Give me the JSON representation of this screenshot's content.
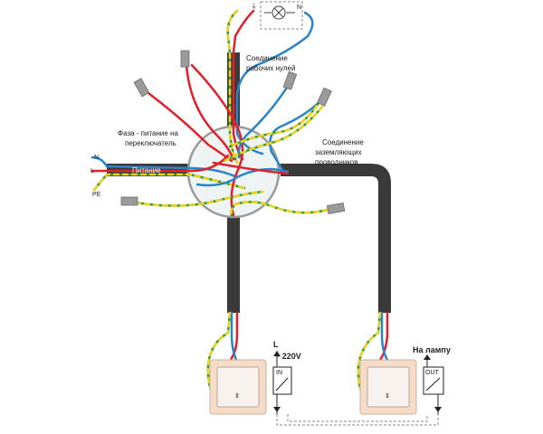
{
  "colors": {
    "phase": "#e0202a",
    "neutral": "#2b84c6",
    "ground_green": "#2e9a3a",
    "ground_yellow": "#f2d21a",
    "cable": "#3a3a3a",
    "box_stroke": "#9a9a9a",
    "box_fill": "#eef3f3",
    "switch_frame": "#f4dcc8",
    "switch_body": "#f7f2ee",
    "cap": "#9a9a9a"
  },
  "lamp": {
    "ground_symbol": "⏚",
    "neutral_label": "N"
  },
  "annotations": {
    "zero_connection": [
      "Соединение",
      "рабочих нулей"
    ],
    "ground_connection": [
      "Соединение",
      "заземляющих",
      "проводников"
    ],
    "phase_to_switch": [
      "Фаза - питание на",
      "переключатель"
    ]
  },
  "supply": {
    "cable_label": "Питание",
    "n": "N",
    "l": "L",
    "pe": "PE"
  },
  "switch_left": {
    "phase_label": "L",
    "voltage": "~ 220V",
    "port": "IN",
    "glyph": "⇕"
  },
  "switch_right": {
    "lamp_label": "На лампу",
    "port": "OUT",
    "glyph": "⇕"
  }
}
